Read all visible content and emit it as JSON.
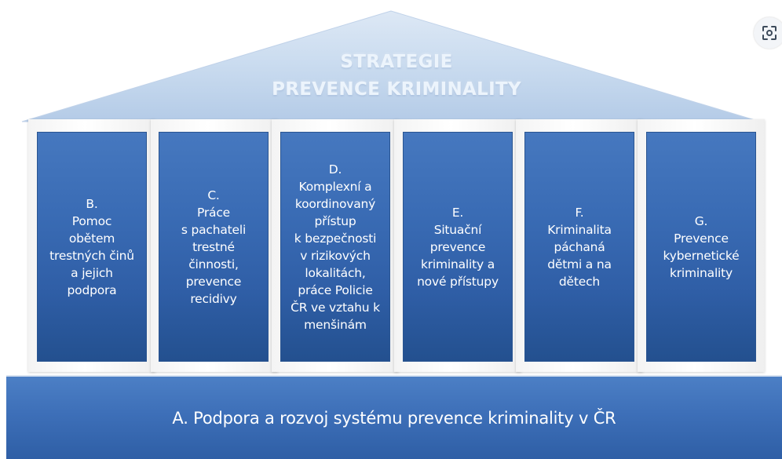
{
  "roof": {
    "title_line1": "STRATEGIE",
    "title_line2": "PREVENCE KRIMINALITY",
    "color": "#c5d7ee"
  },
  "pillars": [
    {
      "text": "B.\nPomoc\nobětem\ntrestných činů\na jejich\npodpora"
    },
    {
      "text": "C.\nPráce\ns pachateli\ntrestné\nčinnosti,\nprevence\nrecidivy"
    },
    {
      "text": "D.\nKomplexní a\nkoordinovaný\npřístup\nk bezpečnosti\nv rizikových\nlokalitách,\npráce Policie\nČR ve vztahu k\nmenšinám"
    },
    {
      "text": "E.\nSituační\nprevence\nkriminality a\nnové přístupy"
    },
    {
      "text": "F.\nKriminalita\npáchaná\ndětmi a na\ndětech"
    },
    {
      "text": "G.\nPrevence\nkybernetické\nkriminality"
    }
  ],
  "base": {
    "text": "A. Podpora a rozvoj systému prevence kriminality v ČR",
    "color": "#3d6fb8"
  },
  "colors": {
    "pillar": "#3a6cb5",
    "frame": "#f4f4f4"
  },
  "lens_button": {
    "icon": "lens-scan-icon"
  }
}
